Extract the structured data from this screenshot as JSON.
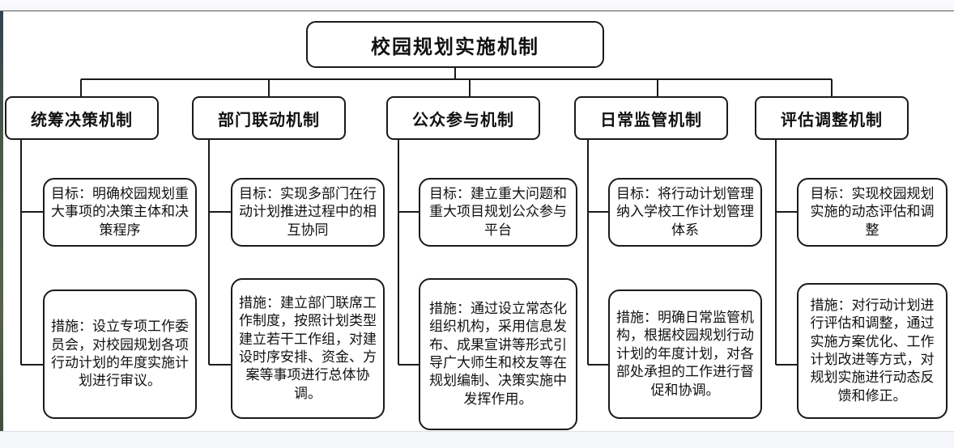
{
  "diagram": {
    "type": "org-tree",
    "root": {
      "label": "校园规划实施机制"
    },
    "branches": [
      {
        "label": "统筹决策机制",
        "goal": "目标：明确校园规划重大事项的决策主体和决策程序",
        "measure": "措施：设立专项工作委员会，对校园规划各项行动计划的年度实施计划进行审议。"
      },
      {
        "label": "部门联动机制",
        "goal": "目标：实现多部门在行动计划推进过程中的相互协同",
        "measure": "措施：建立部门联席工作制度，按照计划类型建立若干工作组，对建设时序安排、资金、方案等事项进行总体协调。"
      },
      {
        "label": "公众参与机制",
        "goal": "目标：建立重大问题和重大项目规划公众参与平台",
        "measure": "措施：通过设立常态化组织机构，采用信息发布、成果宣讲等形式引导广大师生和校友等在规划编制、决策实施中发挥作用。"
      },
      {
        "label": "日常监管机制",
        "goal": "目标：将行动计划管理纳入学校工作计划管理体系",
        "measure": "措施：明确日常监管机构，根据校园规划行动计划的年度计划，对各部处承担的工作进行督促和协调。"
      },
      {
        "label": "评估调整机制",
        "goal": "目标：实现校园规划实施的动态评估和调整",
        "measure": "措施：对行动计划进行评估和调整，通过实施方案优化、工作计划改进等方式，对规划实施进行动态反馈和修正。"
      }
    ]
  },
  "style": {
    "stroke_color": "#1a1a1a",
    "node_fill": "#ffffff",
    "page_background": "#ffffff",
    "chrome_band_color": "#f6f7fb"
  }
}
